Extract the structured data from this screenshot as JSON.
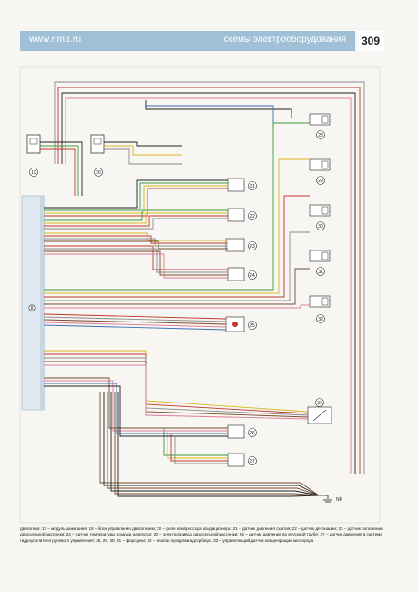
{
  "header": {
    "site_url": "www.rim3.ru",
    "section_title": "схемы электрооборудования",
    "page_number": "309"
  },
  "diagram": {
    "ecu_label": "8",
    "components": [
      {
        "ref": "19"
      },
      {
        "ref": "20"
      },
      {
        "ref": "21"
      },
      {
        "ref": "22"
      },
      {
        "ref": "23"
      },
      {
        "ref": "24"
      },
      {
        "ref": "25"
      },
      {
        "ref": "26"
      },
      {
        "ref": "27"
      },
      {
        "ref": "28"
      },
      {
        "ref": "29"
      },
      {
        "ref": "30"
      },
      {
        "ref": "31"
      },
      {
        "ref": "32"
      },
      {
        "ref": "33"
      }
    ],
    "ground_label": "NF",
    "wire_colors": {
      "black": "#222222",
      "red": "#c0392b",
      "green": "#3f9a3f",
      "yellow": "#d8b820",
      "gray": "#8a8a8a",
      "brown": "#7a4a2a",
      "pink": "#e07a9a",
      "blue": "#3a6fb5"
    }
  },
  "caption": {
    "text": "двигателя; 17 – модуль зажигания; 18 – блок управления двигателем; 20 – реле компрессора кондиционера; 21 – датчик давления сжатия; 22 – датчик детонации; 23 – датчик положения дроссельной заслонки; 24 – датчик температуры воздуха на впуске; 25 – электропривод дроссельной заслонки; 26 – датчик давления во впускной трубе; 27 – датчик давления в системе гидроусилителя рулевого управления; 28, 29, 30, 31 – форсунки; 32 – клапан продувки адсорбера; 33 – управляющий датчик концентрации кислорода"
  }
}
